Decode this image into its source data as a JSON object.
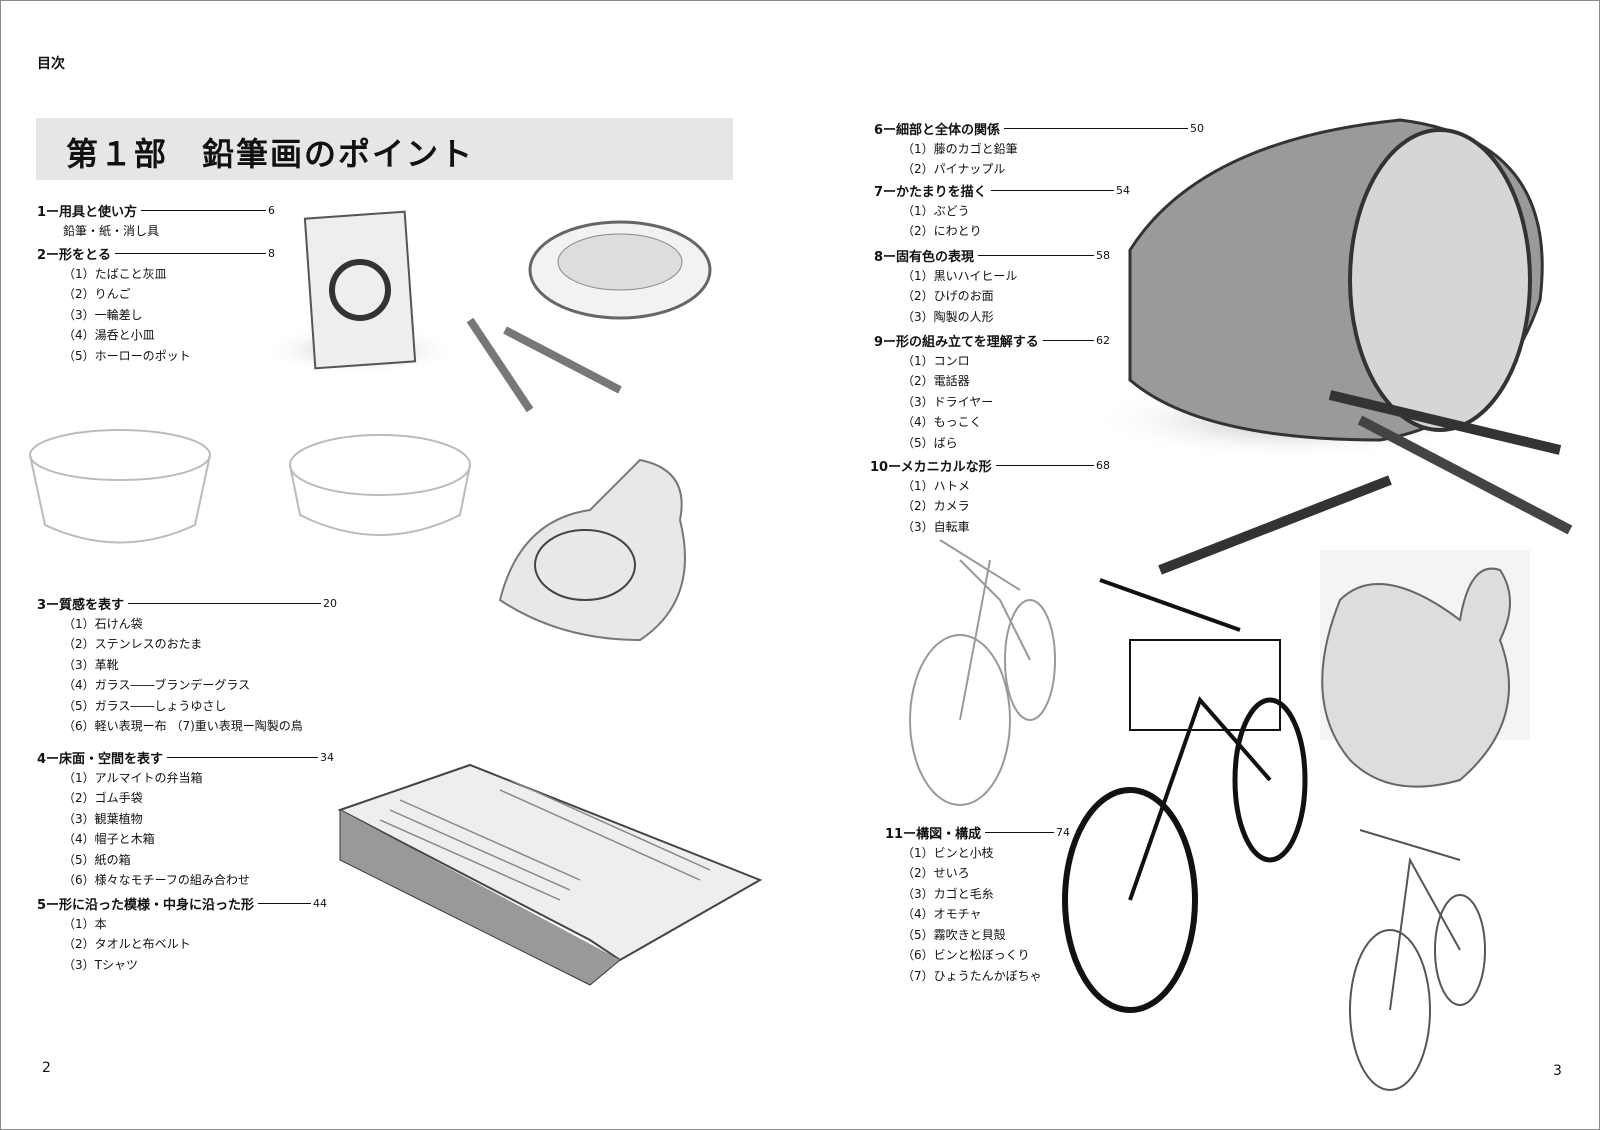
{
  "header": {
    "title": "目次"
  },
  "part": {
    "title": "第１部　鉛筆画のポイント"
  },
  "left_sections": [
    {
      "title": "1ー用具と使い方",
      "page": "6",
      "items": [
        "鉛筆・紙・消し具"
      ]
    },
    {
      "title": "2ー形をとる",
      "page": "8",
      "items": [
        "（1）たばこと灰皿",
        "（2）りんご",
        "（3）一輪差し",
        "（4）湯呑と小皿",
        "（5）ホーローのポット"
      ]
    },
    {
      "title": "3ー質感を表す",
      "page": "20",
      "items": [
        "（1）石けん袋",
        "（2）ステンレスのおたま",
        "（3）革靴",
        "（4）ガラス――ブランデーグラス",
        "（5）ガラス――しょうゆさし",
        "（6）軽い表現ー布 （7)重い表現ー陶製の鳥"
      ]
    },
    {
      "title": "4ー床面・空間を表す",
      "page": "34",
      "items": [
        "（1）アルマイトの弁当箱",
        "（2）ゴム手袋",
        "（3）観葉植物",
        "（4）帽子と木箱",
        "（5）紙の箱",
        "（6）様々なモチーフの組み合わせ"
      ]
    },
    {
      "title": "5ー形に沿った模様・中身に沿った形",
      "page": "44",
      "items": [
        "（1）本",
        "（2）タオルと布ベルト",
        "（3）Tシャツ"
      ]
    }
  ],
  "right_sections": [
    {
      "title": "6ー細部と全体の関係",
      "page": "50",
      "items": [
        "（1）藤のカゴと鉛筆",
        "（2）パイナップル"
      ]
    },
    {
      "title": "7ーかたまりを描く",
      "page": "54",
      "items": [
        "（1）ぶどう",
        "（2）にわとり"
      ]
    },
    {
      "title": "8ー固有色の表現",
      "page": "58",
      "items": [
        "（1）黒いハイヒール",
        "（2）ひげのお面",
        "（3）陶製の人形"
      ]
    },
    {
      "title": "9ー形の組み立てを理解する",
      "page": "62",
      "items": [
        "（1）コンロ",
        "（2）電話器",
        "（3）ドライヤー",
        "（4）もっこく",
        "（5）ばら"
      ]
    },
    {
      "title": "10ーメカニカルな形",
      "page": "68",
      "items": [
        "（1）ハトメ",
        "（2）カメラ",
        "（3）自転車"
      ]
    },
    {
      "title": "11ー構図・構成",
      "page": "74",
      "items": [
        "（1）ビンと小枝",
        "（2）せいろ",
        "（3）カゴと毛糸",
        "（4）オモチャ",
        "（5）霧吹きと貝殻",
        "（6）ビンと松ぼっくり",
        "（7）ひょうたんかぼちゃ"
      ]
    }
  ],
  "footer": {
    "left_page": "2",
    "right_page": "3"
  },
  "colors": {
    "banner": "#e6e6e6",
    "text": "#111111"
  }
}
